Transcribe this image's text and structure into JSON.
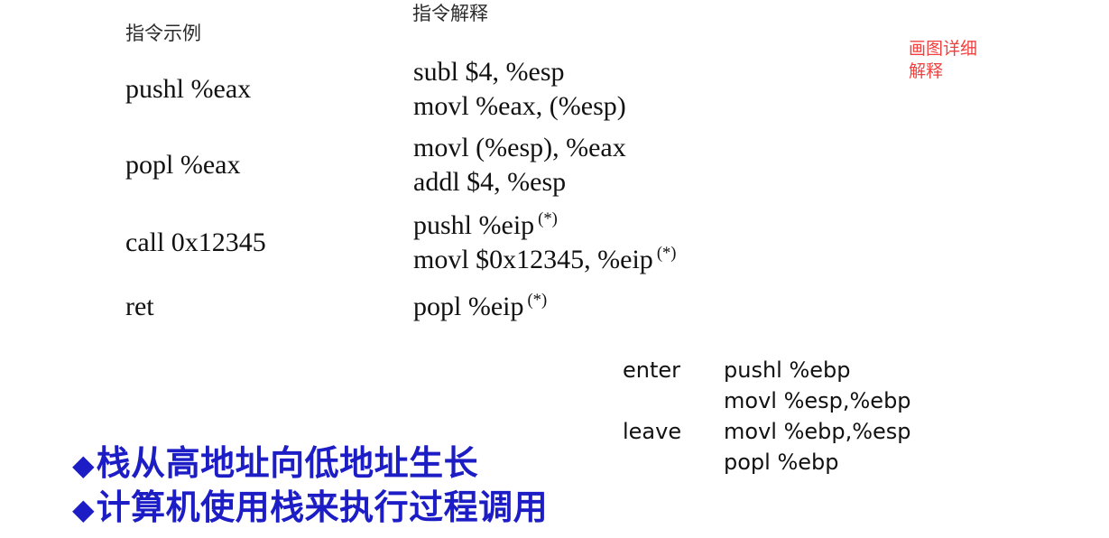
{
  "slide": {
    "background_color": "#ffffff",
    "headers": {
      "example_column": "指令示例",
      "explanation_column": "指令解释"
    },
    "annotation": {
      "color": "#f0413f",
      "line1": "画图详细",
      "line2": "解释"
    }
  },
  "instructions": [
    {
      "example": "pushl %eax",
      "explanation": [
        "subl $4, %esp",
        "movl %eax, (%esp)"
      ],
      "star": [
        false,
        false
      ]
    },
    {
      "example": "popl %eax",
      "explanation": [
        "movl (%esp), %eax",
        "addl $4, %esp"
      ],
      "star": [
        false,
        false
      ]
    },
    {
      "example": "call 0x12345",
      "explanation": [
        "pushl %eip",
        "movl $0x12345, %eip"
      ],
      "star": [
        true,
        true
      ]
    },
    {
      "example": "ret",
      "explanation": [
        "popl %eip"
      ],
      "star": [
        true
      ]
    }
  ],
  "star_marker": "(*)",
  "frame_instructions": {
    "rows": [
      {
        "key": "enter",
        "value": "pushl %ebp"
      },
      {
        "key": "",
        "value": "movl %esp,%ebp"
      },
      {
        "key": "leave",
        "value": "movl %ebp,%esp"
      },
      {
        "key": "",
        "value": "popl %ebp"
      }
    ]
  },
  "bullets": {
    "color": "#1d1dc6",
    "marker": "◆",
    "items": [
      "栈从高地址向低地址生长",
      "计算机使用栈来执行过程调用"
    ]
  }
}
